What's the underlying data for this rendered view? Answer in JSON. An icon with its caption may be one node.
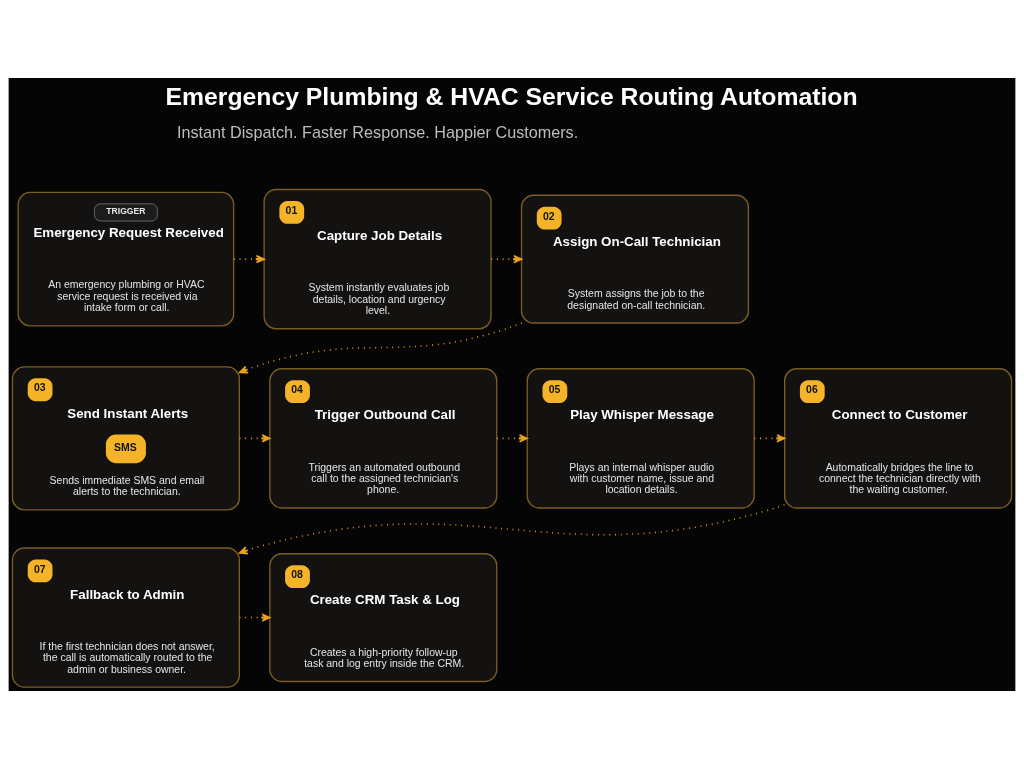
{
  "diagram": {
    "title": "Emergency Plumbing & HVAC Service Routing Automation",
    "nodes": [
      {
        "text": [
          "TRIGGER",
          "Emergency Request Received",
          "An emergency plumbing or HVAC service request is received via intake form or call."
        ]
      },
      {
        "text": [
          "01",
          "Capture Job Details",
          "System instantly evaluates job details, location and urgency level."
        ]
      },
      {
        "text": [
          "02",
          "Assign On-Call Technician",
          "System assigns the job to the designated on-call technician."
        ]
      },
      {
        "text": [
          "03",
          "Send Instant Alerts",
          "SMS",
          "Sends immediate SMS and email alerts to the technician."
        ]
      },
      {
        "text": [
          "04",
          "Trigger Outbound Call",
          "Triggers an automated outbound call to the assigned technician's phone."
        ]
      },
      {
        "text": [
          "05",
          "Play Whisper Message",
          "Plays an internal whisper audio with customer name, issue and location details."
        ]
      },
      {
        "text": [
          "06",
          "Connect to Customer",
          "Automatically bridges the line to connect the technician directly with the waiting customer."
        ]
      },
      {
        "text": [
          "07",
          "Fallback to Admin",
          "If the first technician does not answer, the call is automatically routed to the admin or business owner."
        ]
      },
      {
        "text": [
          "08",
          "Create CRM Task & Log",
          "Creates a high-priority follow-up task and log entry inside the CRM."
        ]
      }
    ],
    "edges": [
      {
        "from": 0,
        "to": 1,
        "arrow": "to"
      },
      {
        "from": 1,
        "to": 2,
        "arrow": "to"
      },
      {
        "from": 2,
        "to": 3,
        "arrow": "to"
      },
      {
        "from": 3,
        "to": 4,
        "arrow": "to"
      },
      {
        "from": 4,
        "to": 5,
        "arrow": "to"
      },
      {
        "from": 5,
        "to": 6,
        "arrow": "to"
      },
      {
        "from": 6,
        "to": 7,
        "arrow": "to"
      },
      {
        "from": 7,
        "to": 8,
        "arrow": "to"
      }
    ],
    "labels": [
      "Instant Dispatch. Faster Response. Happier Customers."
    ]
  }
}
